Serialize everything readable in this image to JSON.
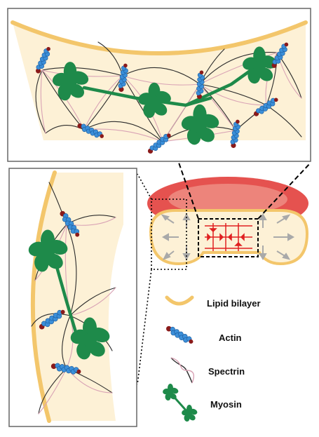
{
  "legend": {
    "items": [
      {
        "icon": "lipid-bilayer-icon",
        "label": "Lipid bilayer"
      },
      {
        "icon": "actin-icon",
        "label": "Actin"
      },
      {
        "icon": "spectrin-icon",
        "label": "Spectrin"
      },
      {
        "icon": "myosin-icon",
        "label": "Myosin"
      }
    ]
  },
  "colors": {
    "bilayer": "#f3c66b",
    "cytoplasm": "#fdf1d6",
    "actin": "#3b8fd9",
    "actin_cap": "#8a1a1a",
    "spectrin_dark": "#2b2b2b",
    "spectrin_light": "#d9a3b5",
    "myosin": "#1e8a4a",
    "cell_red": "#e0393a",
    "arrow_gray": "#a9a9a9",
    "frame": "#666666"
  }
}
